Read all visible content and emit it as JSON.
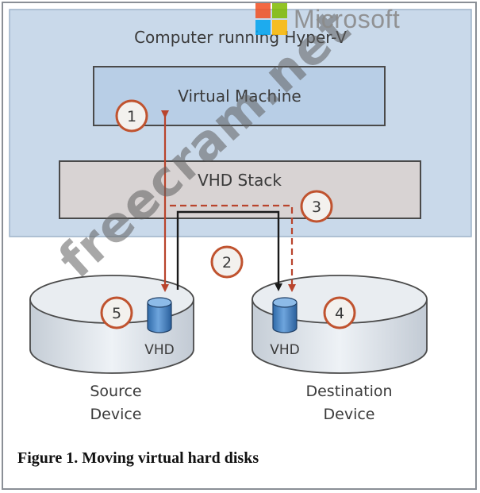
{
  "diagram": {
    "host_label": "Computer running Hyper-V",
    "vm_label": "Virtual Machine",
    "stack_label": "VHD Stack",
    "source": {
      "vhd_label": "VHD",
      "device_line1": "Source",
      "device_line2": "Device"
    },
    "destination": {
      "vhd_label": "VHD",
      "device_line1": "Destination",
      "device_line2": "Device"
    },
    "steps": [
      "1",
      "2",
      "3",
      "4",
      "5"
    ],
    "caption": "Figure 1. Moving virtual hard disks"
  },
  "logo": {
    "text": "Microsoft",
    "colors": [
      "#f25022",
      "#7fba00",
      "#00a4ef",
      "#ffb900"
    ]
  },
  "watermark": {
    "text": "freecram.net"
  },
  "colors": {
    "host_fill": "#c9d9ea",
    "vm_fill": "#b8cee6",
    "stack_fill": "#d8d3d3",
    "arrow_red": "#b9442c",
    "arrow_black": "#1a1a1a",
    "disk_fill": "#dfe6ee",
    "vhd_blue": "#4d86c6"
  }
}
